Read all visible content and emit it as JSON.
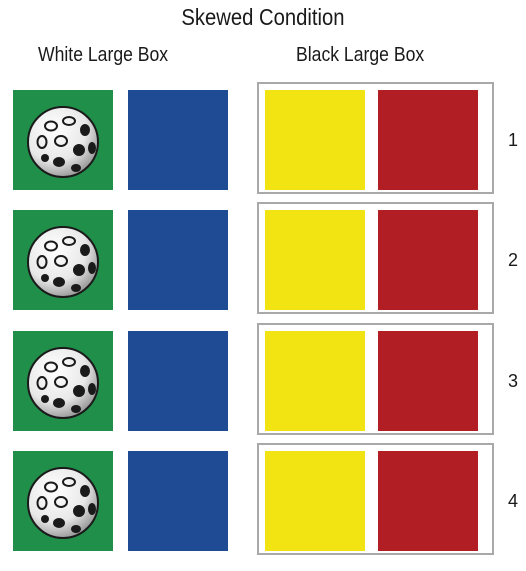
{
  "title": "Skewed Condition",
  "headings": {
    "white_box": "White Large Box",
    "black_box": "Black Large Box"
  },
  "colors": {
    "green": "#1f8f4a",
    "blue": "#1f4a94",
    "yellow": "#f2e313",
    "red": "#b11e24",
    "frame": "#a9a9a9"
  },
  "rows": [
    {
      "number": "1"
    },
    {
      "number": "2"
    },
    {
      "number": "3"
    },
    {
      "number": "4"
    }
  ]
}
